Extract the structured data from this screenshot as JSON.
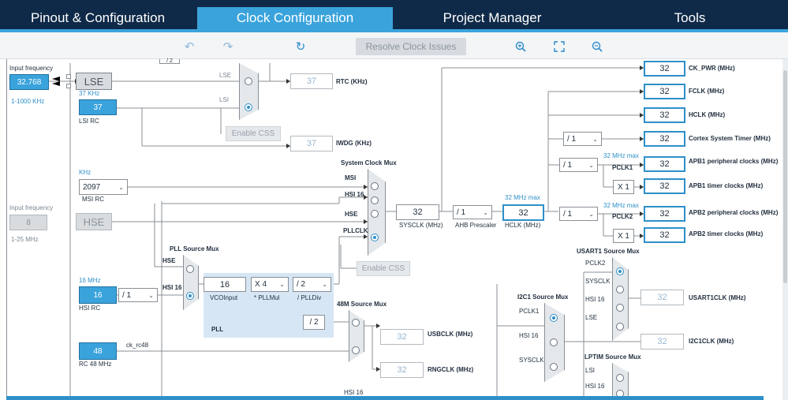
{
  "tabs": [
    {
      "label": "Pinout & Configuration"
    },
    {
      "label": "Clock Configuration"
    },
    {
      "label": "Project Manager"
    },
    {
      "label": "Tools"
    }
  ],
  "toolbar": {
    "undo_icon": "undo-icon",
    "redo_icon": "redo-icon",
    "refresh_icon": "refresh-icon",
    "resolve_label": "Resolve Clock Issues",
    "zoom_in_icon": "zoom-in-icon",
    "fit_icon": "fit-screen-icon",
    "zoom_out_icon": "zoom-out-icon"
  },
  "left": {
    "lse_input_label": "Input frequency",
    "lse_input_value": "32.768",
    "lse_range": "1-1000 KHz",
    "lse_label": "LSE",
    "lsi_freq": "37 KHz",
    "lsi_value": "37",
    "lsi_label": "LSI RC",
    "msi_unit": "KHz",
    "msi_value": "2097",
    "msi_label": "MSI RC",
    "hse_input_label": "Input frequency",
    "hse_input_value": "8",
    "hse_range": "1-25 MHz",
    "hse_label": "HSE",
    "hsi_freq": "16 MHz",
    "hsi_value": "16",
    "hsi_label": "HSI RC",
    "hsi_div": "/ 1",
    "rc48_value": "48",
    "rc48_label": "RC 48 MHz",
    "rc48_signal": "ck_rc48",
    "top_div_partial": "/ 2"
  },
  "rtc": {
    "lse": "LSE",
    "lsi": "LSI",
    "value": "37",
    "label": "RTC (KHz)",
    "enable_css": "Enable CSS"
  },
  "iwdg": {
    "value": "37",
    "label": "IWDG (KHz)"
  },
  "sysmux": {
    "title": "System Clock Mux",
    "inputs": [
      "MSI",
      "HSI 16",
      "HSE",
      "PLLCLK"
    ],
    "enable_css": "Enable CSS"
  },
  "sysclk": {
    "value": "32",
    "label": "SYSCLK (MHz)"
  },
  "ahb": {
    "div": "/ 1",
    "label": "AHB Prescaler"
  },
  "hclk": {
    "value": "32",
    "label": "HCLK (MHz)",
    "max": "32 MHz max"
  },
  "pll": {
    "title": "PLL Source Mux",
    "hse": "HSE",
    "hsi": "HSI 16",
    "vco_value": "16",
    "vco_label": "VCOInput",
    "mul": "X 4",
    "mul_label": "* PLLMul",
    "div": "/ 2",
    "div_label": "/ PLLDiv",
    "div2": "/ 2",
    "pll_label": "PLL"
  },
  "m48": {
    "title": "48M Source Mux",
    "usb_value": "32",
    "usb_label": "USBCLK (MHz)",
    "rng_value": "32",
    "rng_label": "RNGCLK (MHz)",
    "hsi16": "HSI 16"
  },
  "outputs": {
    "ck_pwr": {
      "value": "32",
      "label": "CK_PWR (MHz)"
    },
    "fclk": {
      "value": "32",
      "label": "FCLK (MHz)"
    },
    "hclk": {
      "value": "32",
      "label": "HCLK (MHz)"
    },
    "cortex_div": "/ 1",
    "cortex": {
      "value": "32",
      "label": "Cortex System Timer (MHz)"
    },
    "apb1_max": "32 MHz max",
    "apb1_div": "/ 1",
    "pclk1": "PCLK1",
    "apb1": {
      "value": "32",
      "label": "APB1 peripheral clocks (MHz)"
    },
    "apb1_mul": "X 1",
    "apb1t": {
      "value": "32",
      "label": "APB1 timer clocks (MHz)"
    },
    "apb2_max": "32 MHz max",
    "apb2_div": "/ 1",
    "pclk2": "PCLK2",
    "apb2": {
      "value": "32",
      "label": "APB2 peripheral clocks (MHz)"
    },
    "apb2_mul": "X 1",
    "apb2t": {
      "value": "32",
      "label": "APB2 timer clocks (MHz)"
    }
  },
  "usart1": {
    "title": "USART1 Source Mux",
    "inputs": [
      "PCLK2",
      "SYSCLK",
      "HSI 16",
      "LSE"
    ],
    "value": "32",
    "label": "USART1CLK (MHz)"
  },
  "i2c1": {
    "title": "I2C1 Source Mux",
    "inputs": [
      "PCLK1",
      "HSI 16",
      "SYSCLK"
    ],
    "value": "32",
    "label": "I2C1CLK (MHz)"
  },
  "lptim": {
    "title": "LPTIM Source Mux",
    "inputs": [
      "LSI",
      "HSI 16"
    ]
  },
  "colors": {
    "accent": "#3aa3dc",
    "navy": "#0f2a48"
  }
}
